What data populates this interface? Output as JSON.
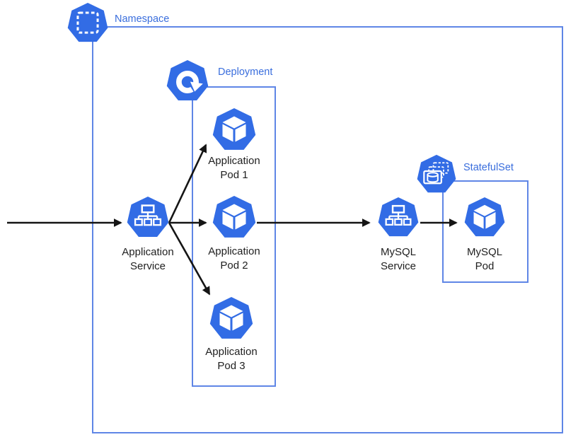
{
  "diagram": {
    "kind": "kubernetes-architecture",
    "colors": {
      "kubernetes_blue": "#326CE5",
      "box_border_blue": "#5F86E6",
      "group_label_blue": "#3A6EDD",
      "node_text": "#1F1F1F",
      "arrow_black": "#151515",
      "background": "#FFFFFF"
    },
    "groups": [
      {
        "id": "namespace",
        "label": "Namespace",
        "icon": "namespace-icon"
      },
      {
        "id": "deployment",
        "label": "Deployment",
        "icon": "deployment-icon"
      },
      {
        "id": "statefulset",
        "label": "StatefulSet",
        "icon": "statefulset-icon"
      }
    ],
    "nodes": [
      {
        "id": "application-service",
        "label": "Application\nService",
        "icon": "service-icon",
        "group": "namespace"
      },
      {
        "id": "application-pod-1",
        "label": "Application\nPod 1",
        "icon": "pod-icon",
        "group": "deployment"
      },
      {
        "id": "application-pod-2",
        "label": "Application\nPod 2",
        "icon": "pod-icon",
        "group": "deployment"
      },
      {
        "id": "application-pod-3",
        "label": "Application\nPod 3",
        "icon": "pod-icon",
        "group": "deployment"
      },
      {
        "id": "mysql-service",
        "label": "MySQL\nService",
        "icon": "service-icon",
        "group": "namespace"
      },
      {
        "id": "mysql-pod",
        "label": "MySQL\nPod",
        "icon": "pod-icon",
        "group": "statefulset"
      }
    ],
    "edges": [
      {
        "from": "external",
        "to": "application-service"
      },
      {
        "from": "application-service",
        "to": "application-pod-1"
      },
      {
        "from": "application-service",
        "to": "application-pod-2"
      },
      {
        "from": "application-service",
        "to": "application-pod-3"
      },
      {
        "from": "application-pod-2",
        "to": "mysql-service"
      },
      {
        "from": "mysql-service",
        "to": "mysql-pod"
      }
    ]
  }
}
